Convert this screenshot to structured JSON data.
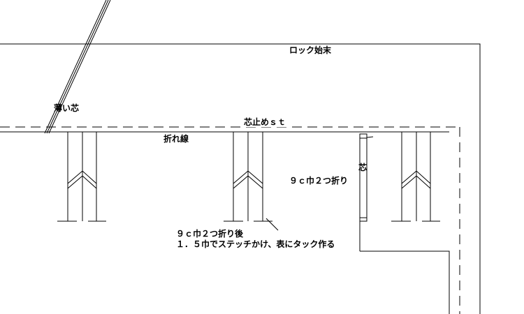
{
  "labels": {
    "lock_finish": "ロック始末",
    "thin_core": "薄い芯",
    "core_stop_stitch": "芯止めｓｔ",
    "fold_line": "折れ線",
    "core": "芯",
    "fold_9cm_note": "９ｃ巾２つ折り",
    "after_fold_line1": "９ｃ巾２つ折り後",
    "after_fold_line2": "１．５巾でステッチかけ、表にタック作る"
  },
  "colors": {
    "ink": "#000000",
    "paper": "#ffffff"
  }
}
